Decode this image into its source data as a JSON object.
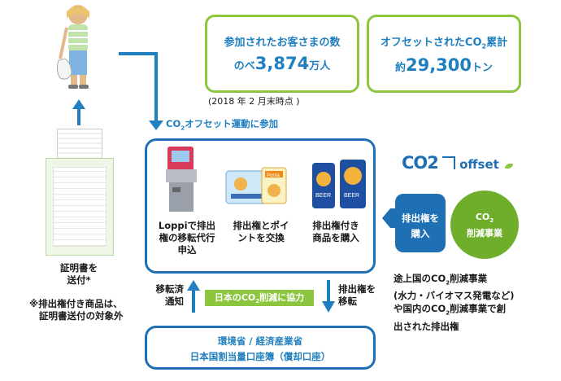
{
  "stats": {
    "participants": {
      "line1": "参加されたお客さまの数",
      "prefix": "のべ",
      "value": "3,874",
      "unit": "万人"
    },
    "offset": {
      "line1_pre": "オフセットされたCO",
      "sub": "2",
      "line1_post": "累計",
      "prefix": "約",
      "value": "29,300",
      "unit": "トン"
    },
    "as_of": "(2018 年 2 月末時点 )"
  },
  "flow": {
    "join_label_pre": "CO",
    "join_label_sub": "2",
    "join_label_post": "オフセット運動に参加",
    "steps": [
      {
        "label_a": "Loppiで排出",
        "label_b": "権の移転代行",
        "label_c": "申込"
      },
      {
        "label_a": "排出権とポイ",
        "label_b": "ントを交換"
      },
      {
        "label_a": "排出権付き",
        "label_b": "商品を購入"
      }
    ],
    "certificate_label_a": "証明書を",
    "certificate_label_b": "送付*",
    "note_a": "※排出権付き商品は、",
    "note_b": "証明書送付の対象外",
    "transfer_done_a": "移転済",
    "transfer_done_b": "通知",
    "cooperate_pre": "日本のCO",
    "cooperate_sub": "2",
    "cooperate_post": "削減に協力",
    "transfer_rights_a": "排出権を",
    "transfer_rights_b": "移転",
    "registry_a": "環境省 / 経済産業省",
    "registry_b": "日本国割当量口座簿（償却口座）"
  },
  "right": {
    "purchase_a": "排出権を",
    "purchase_b": "購入",
    "project_pre": "CO",
    "project_sub": "2",
    "project_post": "削減事業",
    "desc_1_pre": "途上国のCO",
    "desc_1_sub": "2",
    "desc_1_post": "削減事業",
    "desc_2": "(水力・バイオマス発電など)",
    "desc_3_pre": "や国内のCO",
    "desc_3_sub": "2",
    "desc_3_post": "削減事業で創",
    "desc_4": "出された排出権",
    "logo_a": "CO2",
    "logo_b": "offset"
  },
  "product_text": {
    "beer": "BEER",
    "card_brand": "Ponta"
  },
  "colors": {
    "blue": "#1f6fb5",
    "green": "#8cc63f",
    "dark_green": "#6fae2b"
  }
}
